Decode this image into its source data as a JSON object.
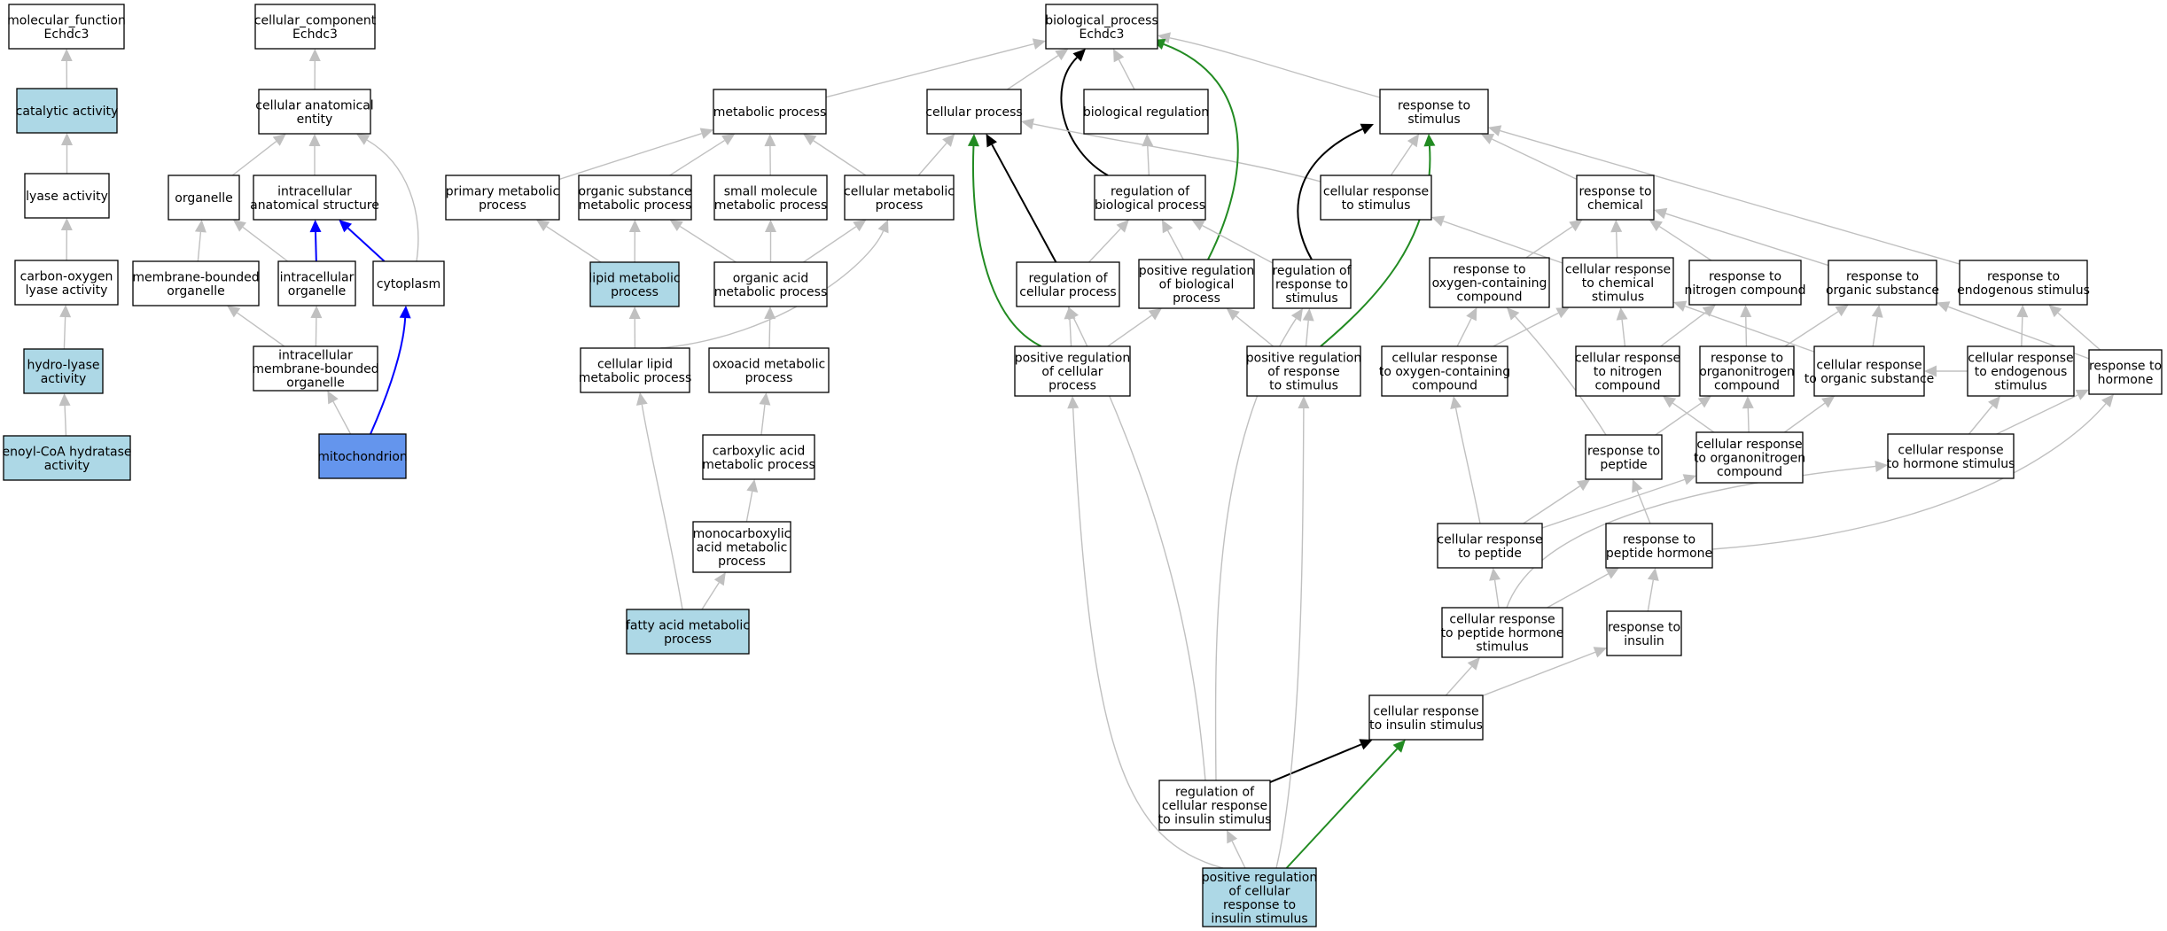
{
  "colors": {
    "highlight": "#add8e6",
    "focus": "#6495ed",
    "default": "#ffffff",
    "edge_is_a": "#c0c0c0",
    "edge_regulates": "#000000",
    "edge_part_of": "#0000ff",
    "edge_positively_regulates": "#228b22"
  },
  "nodes": [
    {
      "id": "mf_root",
      "lines": [
        "molecular_function",
        "Echdc3"
      ],
      "style": "default"
    },
    {
      "id": "catalytic",
      "lines": [
        "catalytic activity"
      ],
      "style": "highlight"
    },
    {
      "id": "lyase",
      "lines": [
        "lyase activity"
      ],
      "style": "default"
    },
    {
      "id": "co_lyase",
      "lines": [
        "carbon-oxygen",
        "lyase activity"
      ],
      "style": "default"
    },
    {
      "id": "hydrolyase",
      "lines": [
        "hydro-lyase",
        "activity"
      ],
      "style": "highlight"
    },
    {
      "id": "enoyl",
      "lines": [
        "enoyl-CoA hydratase",
        "activity"
      ],
      "style": "highlight"
    },
    {
      "id": "cc_root",
      "lines": [
        "cellular_component",
        "Echdc3"
      ],
      "style": "default"
    },
    {
      "id": "cae",
      "lines": [
        "cellular anatomical",
        "entity"
      ],
      "style": "default"
    },
    {
      "id": "organelle",
      "lines": [
        "organelle"
      ],
      "style": "default"
    },
    {
      "id": "ias",
      "lines": [
        "intracellular",
        "anatomical structure"
      ],
      "style": "default"
    },
    {
      "id": "mbo",
      "lines": [
        "membrane-bounded",
        "organelle"
      ],
      "style": "default"
    },
    {
      "id": "io",
      "lines": [
        "intracellular",
        "organelle"
      ],
      "style": "default"
    },
    {
      "id": "cytoplasm",
      "lines": [
        "cytoplasm"
      ],
      "style": "default"
    },
    {
      "id": "imbo",
      "lines": [
        "intracellular",
        "membrane-bounded",
        "organelle"
      ],
      "style": "default"
    },
    {
      "id": "mito",
      "lines": [
        "mitochondrion"
      ],
      "style": "focus"
    },
    {
      "id": "bp_root",
      "lines": [
        "biological_process",
        "Echdc3"
      ],
      "style": "default"
    },
    {
      "id": "metab",
      "lines": [
        "metabolic process"
      ],
      "style": "default"
    },
    {
      "id": "cellproc",
      "lines": [
        "cellular process"
      ],
      "style": "default"
    },
    {
      "id": "bioreg",
      "lines": [
        "biological regulation"
      ],
      "style": "default"
    },
    {
      "id": "rts",
      "lines": [
        "response to",
        "stimulus"
      ],
      "style": "default"
    },
    {
      "id": "pmp",
      "lines": [
        "primary metabolic",
        "process"
      ],
      "style": "default"
    },
    {
      "id": "osmp",
      "lines": [
        "organic substance",
        "metabolic process"
      ],
      "style": "default"
    },
    {
      "id": "smmp",
      "lines": [
        "small molecule",
        "metabolic process"
      ],
      "style": "default"
    },
    {
      "id": "cmp",
      "lines": [
        "cellular metabolic",
        "process"
      ],
      "style": "default"
    },
    {
      "id": "rbp",
      "lines": [
        "regulation of",
        "biological process"
      ],
      "style": "default"
    },
    {
      "id": "crs",
      "lines": [
        "cellular response",
        "to stimulus"
      ],
      "style": "default"
    },
    {
      "id": "rtc",
      "lines": [
        "response to",
        "chemical"
      ],
      "style": "default"
    },
    {
      "id": "lmp",
      "lines": [
        "lipid metabolic",
        "process"
      ],
      "style": "highlight"
    },
    {
      "id": "oamp",
      "lines": [
        "organic acid",
        "metabolic process"
      ],
      "style": "default"
    },
    {
      "id": "rcp",
      "lines": [
        "regulation of",
        "cellular process"
      ],
      "style": "default"
    },
    {
      "id": "prbp",
      "lines": [
        "positive regulation",
        "of biological",
        "process"
      ],
      "style": "default"
    },
    {
      "id": "rrs",
      "lines": [
        "regulation of",
        "response to",
        "stimulus"
      ],
      "style": "default"
    },
    {
      "id": "rocc",
      "lines": [
        "response to",
        "oxygen-containing",
        "compound"
      ],
      "style": "default"
    },
    {
      "id": "crcs",
      "lines": [
        "cellular response",
        "to chemical",
        "stimulus"
      ],
      "style": "default"
    },
    {
      "id": "rnc",
      "lines": [
        "response to",
        "nitrogen compound"
      ],
      "style": "default"
    },
    {
      "id": "ros",
      "lines": [
        "response to",
        "organic substance"
      ],
      "style": "default"
    },
    {
      "id": "res",
      "lines": [
        "response to",
        "endogenous stimulus"
      ],
      "style": "default"
    },
    {
      "id": "clmp",
      "lines": [
        "cellular lipid",
        "metabolic process"
      ],
      "style": "default"
    },
    {
      "id": "oxmp",
      "lines": [
        "oxoacid metabolic",
        "process"
      ],
      "style": "default"
    },
    {
      "id": "prcp",
      "lines": [
        "positive regulation",
        "of cellular",
        "process"
      ],
      "style": "default"
    },
    {
      "id": "prrs",
      "lines": [
        "positive regulation",
        "of response",
        "to stimulus"
      ],
      "style": "default"
    },
    {
      "id": "crocc",
      "lines": [
        "cellular response",
        "to oxygen-containing",
        "compound"
      ],
      "style": "default"
    },
    {
      "id": "crnc",
      "lines": [
        "cellular response",
        "to nitrogen",
        "compound"
      ],
      "style": "default"
    },
    {
      "id": "ronc",
      "lines": [
        "response to",
        "organonitrogen",
        "compound"
      ],
      "style": "default"
    },
    {
      "id": "cros",
      "lines": [
        "cellular response",
        "to organic substance"
      ],
      "style": "default"
    },
    {
      "id": "cres",
      "lines": [
        "cellular response",
        "to endogenous",
        "stimulus"
      ],
      "style": "default"
    },
    {
      "id": "rth",
      "lines": [
        "response to",
        "hormone"
      ],
      "style": "default"
    },
    {
      "id": "camp",
      "lines": [
        "carboxylic acid",
        "metabolic process"
      ],
      "style": "default"
    },
    {
      "id": "rtp",
      "lines": [
        "response to",
        "peptide"
      ],
      "style": "default"
    },
    {
      "id": "cronc",
      "lines": [
        "cellular response",
        "to organonitrogen",
        "compound"
      ],
      "style": "default"
    },
    {
      "id": "crhs",
      "lines": [
        "cellular response",
        "to hormone stimulus"
      ],
      "style": "default"
    },
    {
      "id": "mcamp",
      "lines": [
        "monocarboxylic",
        "acid metabolic",
        "process"
      ],
      "style": "default"
    },
    {
      "id": "crp",
      "lines": [
        "cellular response",
        "to peptide"
      ],
      "style": "default"
    },
    {
      "id": "rph",
      "lines": [
        "response to",
        "peptide hormone"
      ],
      "style": "default"
    },
    {
      "id": "famp",
      "lines": [
        "fatty acid metabolic",
        "process"
      ],
      "style": "highlight"
    },
    {
      "id": "crphs",
      "lines": [
        "cellular response",
        "to peptide hormone",
        "stimulus"
      ],
      "style": "default"
    },
    {
      "id": "rti",
      "lines": [
        "response to",
        "insulin"
      ],
      "style": "default"
    },
    {
      "id": "cris",
      "lines": [
        "cellular response",
        "to insulin stimulus"
      ],
      "style": "default"
    },
    {
      "id": "rcris",
      "lines": [
        "regulation of",
        "cellular response",
        "to insulin stimulus"
      ],
      "style": "default"
    },
    {
      "id": "prcris",
      "lines": [
        "positive regulation",
        "of cellular",
        "response to",
        "insulin stimulus"
      ],
      "style": "highlight"
    }
  ]
}
